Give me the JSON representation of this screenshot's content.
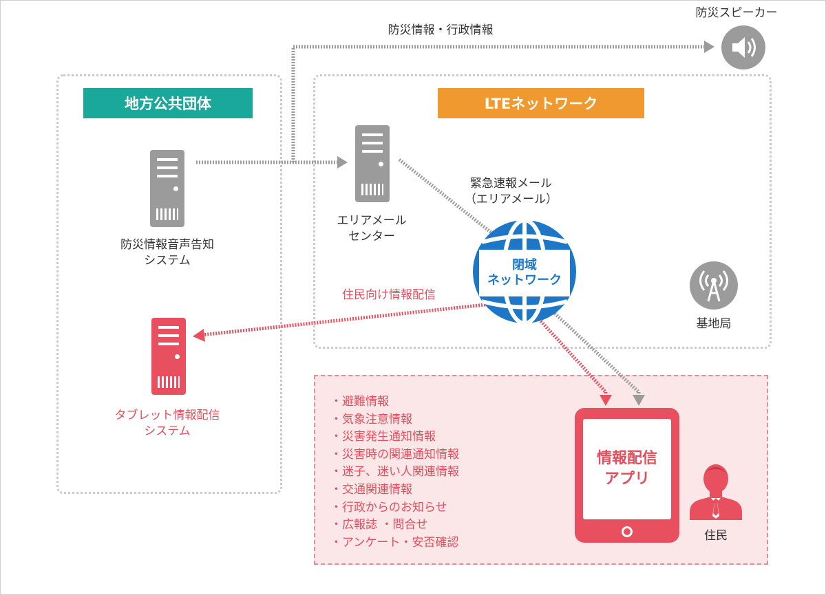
{
  "top_label": "防災情報・行政情報",
  "speaker": {
    "label": "防災スピーカー",
    "icon": "speaker-icon"
  },
  "local_gov": {
    "header": "地方公共団体",
    "color": "#1aa89a"
  },
  "lte": {
    "header": "LTEネットワーク",
    "color": "#f0992e"
  },
  "bosai_system": {
    "line1": "防災情報音声告知",
    "line2": "システム"
  },
  "area_mail_center": {
    "line1": "エリアメール",
    "line2": "センター"
  },
  "emergency_mail": {
    "line1": "緊急速報メール",
    "line2": "（エリアメール）"
  },
  "closed_network": {
    "line1": "閉域",
    "line2": "ネットワーク",
    "color": "#1e77c6"
  },
  "base_station": {
    "label": "基地局",
    "icon": "antenna-icon"
  },
  "resident_info": {
    "label": "住民向け情報配信"
  },
  "tablet_system": {
    "line1": "タブレット情報配信",
    "line2": "システム"
  },
  "info_list": [
    "・避難情報",
    "・気象注意情報",
    "・災害発生通知情報",
    "・災害時の関連通知情報",
    "・迷子、迷い人関連情報",
    "・交通関連情報",
    "・行政からのお知らせ",
    "・広報誌 ・問合せ",
    "・アンケート・安否確認"
  ],
  "app": {
    "line1": "情報配信",
    "line2": "アプリ"
  },
  "resident": {
    "label": "住民"
  },
  "colors": {
    "red": "#e8505f",
    "gray": "#9b9b9b",
    "blue": "#1e77c6"
  }
}
